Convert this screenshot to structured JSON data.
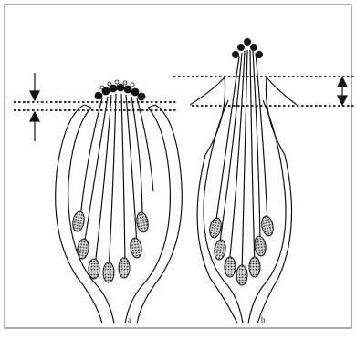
{
  "figure": {
    "panels": [
      {
        "id": "a",
        "label": "a"
      },
      {
        "id": "b",
        "label": "b"
      }
    ],
    "colors": {
      "line": "#111111",
      "nucleus_fill": "#8a8a8a",
      "frame": "#555555",
      "background": "#ffffff"
    }
  }
}
